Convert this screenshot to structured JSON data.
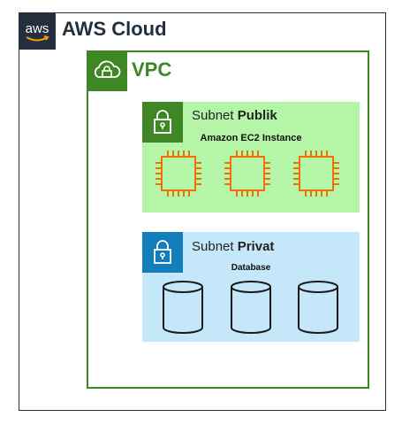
{
  "cloud": {
    "logo_text": "aws",
    "title": "AWS Cloud"
  },
  "vpc": {
    "title": "VPC"
  },
  "public_subnet": {
    "title_prefix": "Subnet",
    "title_name": "Publik",
    "resource_label": "Amazon EC2 Instance",
    "resource_count": 3,
    "resource_icon": "ec2-chip-icon"
  },
  "private_subnet": {
    "title_prefix": "Subnet",
    "title_name": "Privat",
    "resource_label": "Database",
    "resource_count": 3,
    "resource_icon": "database-cylinder-icon"
  },
  "colors": {
    "cloud_border": "#232f3e",
    "vpc_green": "#3f8624",
    "public_fill": "#b5f5a8",
    "private_fill": "#c5e7fa",
    "private_blue": "#147eba",
    "ec2_orange": "#ed7100"
  }
}
